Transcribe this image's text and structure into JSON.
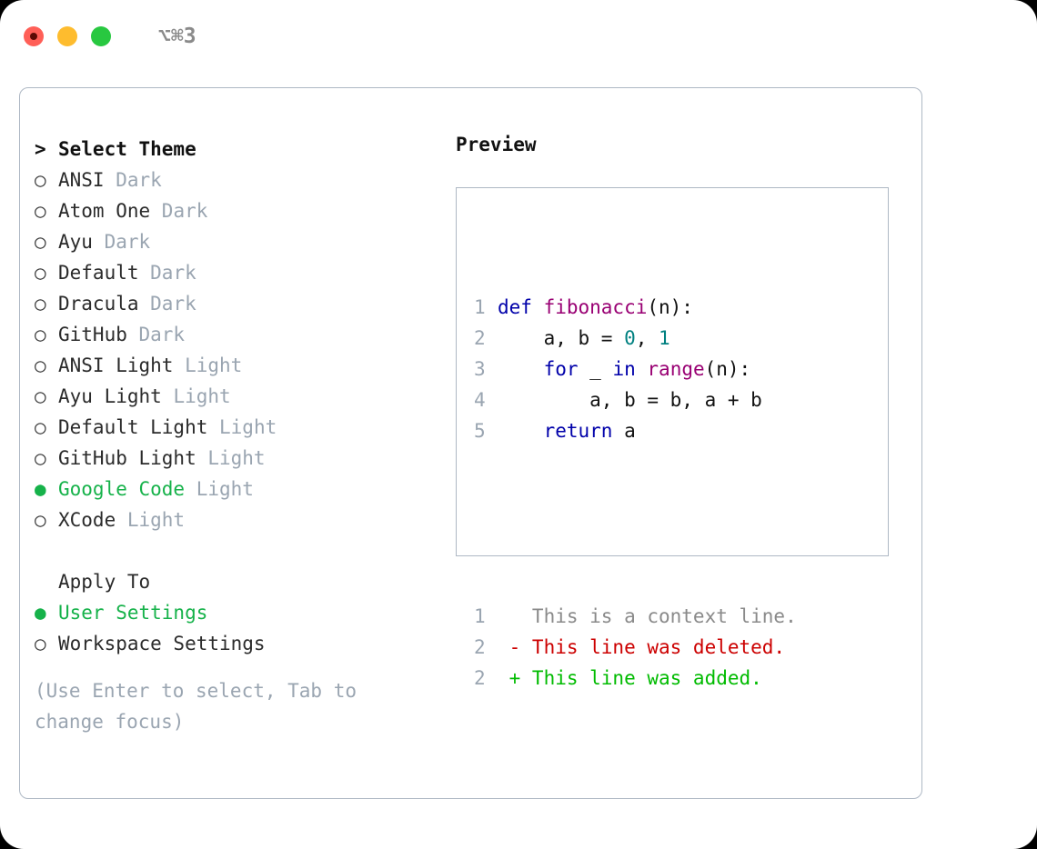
{
  "titlebar": {
    "lights": [
      "close",
      "minimize",
      "zoom"
    ],
    "shortcut": "⌥⌘3"
  },
  "theme_picker": {
    "heading": "Select Theme",
    "prompt_marker": ">",
    "marker_selected": "●",
    "marker_unselected": "○",
    "items": [
      {
        "name": "ANSI",
        "suffix": "Dark",
        "selected": false
      },
      {
        "name": "Atom One",
        "suffix": "Dark",
        "selected": false
      },
      {
        "name": "Ayu",
        "suffix": "Dark",
        "selected": false
      },
      {
        "name": "Default",
        "suffix": "Dark",
        "selected": false
      },
      {
        "name": "Dracula",
        "suffix": "Dark",
        "selected": false
      },
      {
        "name": "GitHub",
        "suffix": "Dark",
        "selected": false
      },
      {
        "name": "ANSI Light",
        "suffix": "Light",
        "selected": false
      },
      {
        "name": "Ayu Light",
        "suffix": "Light",
        "selected": false
      },
      {
        "name": "Default Light",
        "suffix": "Light",
        "selected": false
      },
      {
        "name": "GitHub Light",
        "suffix": "Light",
        "selected": false
      },
      {
        "name": "Google Code",
        "suffix": "Light",
        "selected": true
      },
      {
        "name": "XCode",
        "suffix": "Light",
        "selected": false
      }
    ]
  },
  "apply_to": {
    "title": "Apply To",
    "options": [
      {
        "name": "User Settings",
        "selected": true
      },
      {
        "name": "Workspace Settings",
        "selected": false
      }
    ]
  },
  "hint": "(Use Enter to select, Tab to change focus)",
  "preview": {
    "title": "Preview",
    "code_lines": [
      {
        "number": "1",
        "tokens": [
          {
            "text": "def ",
            "type": "kw"
          },
          {
            "text": "fibonacci",
            "type": "fn"
          },
          {
            "text": "(n):",
            "type": "pl"
          }
        ]
      },
      {
        "number": "2",
        "tokens": [
          {
            "text": "    a, b = ",
            "type": "pl"
          },
          {
            "text": "0",
            "type": "num"
          },
          {
            "text": ", ",
            "type": "pl"
          },
          {
            "text": "1",
            "type": "num"
          }
        ]
      },
      {
        "number": "3",
        "tokens": [
          {
            "text": "    ",
            "type": "pl"
          },
          {
            "text": "for",
            "type": "kw"
          },
          {
            "text": " _ ",
            "type": "pl"
          },
          {
            "text": "in",
            "type": "kw"
          },
          {
            "text": " ",
            "type": "pl"
          },
          {
            "text": "range",
            "type": "fn"
          },
          {
            "text": "(n):",
            "type": "pl"
          }
        ]
      },
      {
        "number": "4",
        "tokens": [
          {
            "text": "        a, b = b, a + b",
            "type": "pl"
          }
        ]
      },
      {
        "number": "5",
        "tokens": [
          {
            "text": "    ",
            "type": "kw"
          },
          {
            "text": "return",
            "type": "kw"
          },
          {
            "text": " a",
            "type": "pl"
          }
        ]
      }
    ],
    "diff_lines": [
      {
        "number": "1",
        "sign": " ",
        "text": "This is a context line.",
        "type": "ctx"
      },
      {
        "number": "2",
        "sign": "-",
        "text": "This line was deleted.",
        "type": "del"
      },
      {
        "number": "2",
        "sign": "+",
        "text": "This line was added.",
        "type": "add"
      }
    ]
  },
  "colors": {
    "accent_green": "#16b24a",
    "muted": "#9aa5b1",
    "border": "#aeb8c4",
    "keyword": "#0000aa",
    "function": "#990073",
    "number": "#008080",
    "diff_added": "#00bb00",
    "diff_deleted": "#cc0000",
    "light_red": "#ff5f57",
    "light_yellow": "#febc2e",
    "light_green": "#28c840"
  }
}
